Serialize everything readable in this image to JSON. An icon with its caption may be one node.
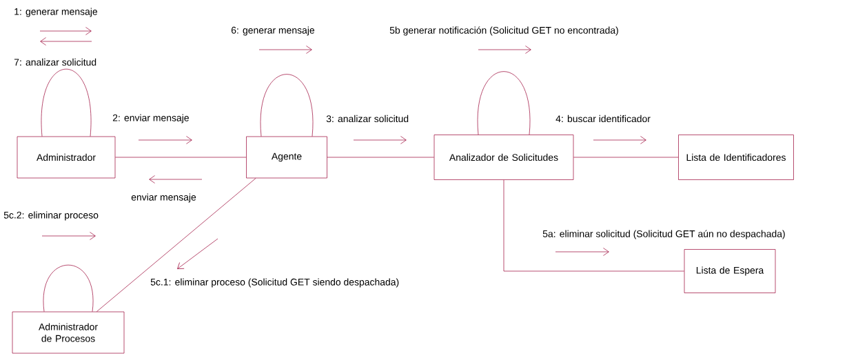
{
  "diagram": {
    "nodes": [
      {
        "text": [
          "Administrador"
        ]
      },
      {
        "text": [
          "Agente"
        ]
      },
      {
        "text": [
          "Analizador de Solicitudes"
        ]
      },
      {
        "text": [
          "Lista de Identificadores"
        ]
      },
      {
        "text": [
          "Lista de Espera"
        ]
      },
      {
        "text": [
          "Administrador de Procesos"
        ]
      }
    ],
    "edges": [
      {
        "from": 0,
        "to": 0,
        "arrow": "none"
      },
      {
        "from": 1,
        "to": 1,
        "arrow": "none"
      },
      {
        "from": 2,
        "to": 2,
        "arrow": "none"
      },
      {
        "from": 0,
        "to": 1,
        "arrow": "none"
      },
      {
        "from": 1,
        "to": 2,
        "arrow": "none"
      },
      {
        "from": 2,
        "to": 3,
        "arrow": "none"
      },
      {
        "from": 2,
        "to": 4,
        "arrow": "none"
      },
      {
        "from": 1,
        "to": 5,
        "arrow": "none"
      },
      {
        "from": 5,
        "to": 5,
        "arrow": "none"
      }
    ],
    "labels": [
      "1: generar mensaje",
      "6: generar mensaje",
      "5b generar notificación (Solicitud GET no encontrada)",
      "7: analizar solicitud",
      "2: enviar mensaje",
      "3: analizar solicitud",
      "4: buscar identificador",
      "enviar mensaje",
      "5c.2: eliminar proceso",
      "5a: eliminar solicitud (Solicitud GET aún no despachada)",
      "5c.1: eliminar proceso (Solicitud GET siendo despachada)"
    ]
  }
}
